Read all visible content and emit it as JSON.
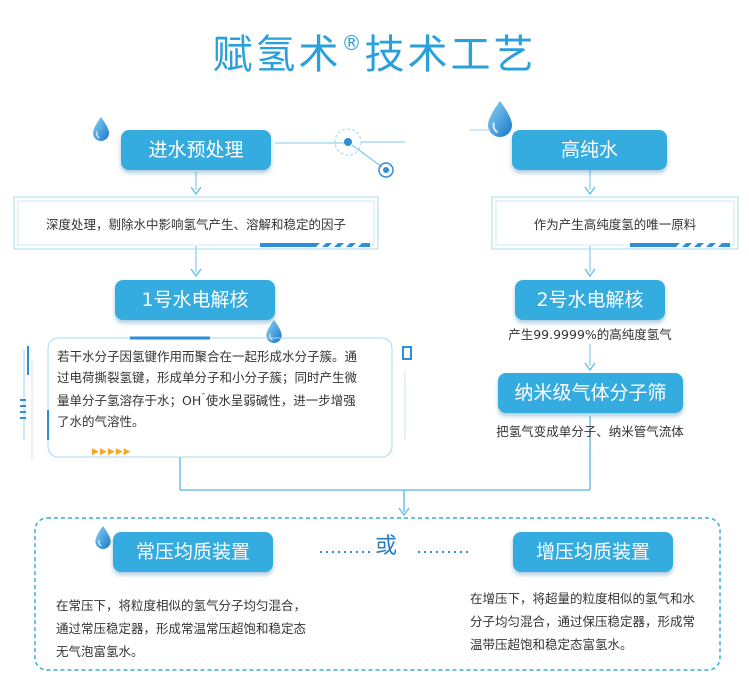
{
  "title": {
    "main": "赋氢术",
    "mark": "®",
    "rest": "技术工艺"
  },
  "left": {
    "step1": "进水预处理",
    "step1_desc": "深度处理，剔除水中影响氢气产生、溶解和稳定的因子",
    "step2": "1号水电解核",
    "step2_desc_1": "若干水分子因氢键作用而聚合在一起形成水分子簇。通",
    "step2_desc_2": "过电荷撕裂氢键，形成单分子和小分子簇；同时产生微",
    "step2_desc_3_pre": "量单分子氢溶存于水；OH",
    "step2_desc_3_sup": "¯",
    "step2_desc_3_post": "使水呈弱碱性，进一步增强",
    "step2_desc_4": "了水的气溶性。",
    "arrow_marks": "▶▶▶▶▶"
  },
  "right": {
    "step1": "高纯水",
    "step1_desc": "作为产生高纯度氢的唯一原料",
    "step2": "2号水电解核",
    "step2_desc": "产生99.9999%的高纯度氢气",
    "step3": "纳米级气体分子筛",
    "step3_desc": "把氢气变成单分子、纳米管气流体"
  },
  "or_label": "或",
  "bottom_left": {
    "title": "常压均质装置",
    "desc_1": "在常压下，将粒度相似的氢气分子均匀混合，",
    "desc_2": "通过常压稳定器，形成常温常压超饱和稳定态",
    "desc_3": "无气泡富氢水。"
  },
  "bottom_right": {
    "title": "增压均质装置",
    "desc_1": "在增压下，将超量的粒度相似的氢气和水",
    "desc_2": "分子均匀混合，通过保压稳定器，形成常",
    "desc_3": "温带压超饱和稳定态富氢水。"
  },
  "colors": {
    "pill": "#34ace0",
    "line": "#7fc8ea",
    "title": "#2aa0da",
    "dashed": "#3aaed6",
    "drop": "#1e8fd1",
    "accent_arrows": "#f6a623"
  },
  "icons": [
    "water-drop-icon",
    "circuit-node-icon",
    "arrow-down-icon"
  ]
}
